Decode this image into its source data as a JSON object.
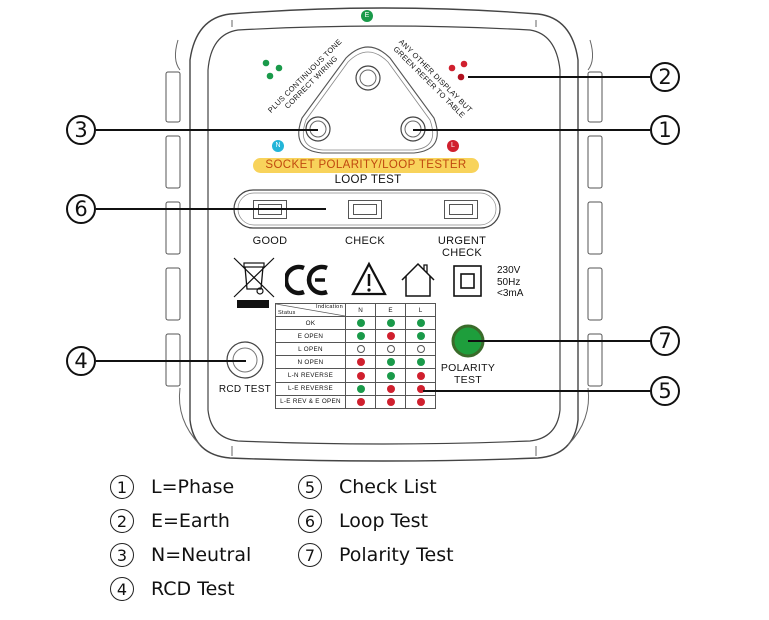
{
  "device": {
    "title": "SOCKET POLARITY/LOOP TESTER",
    "pin_labels": {
      "earth": "E",
      "neutral": "N",
      "live": "L"
    },
    "left_note": [
      "PLUS CONTINUOUS TONE",
      "CORRECT WIRING"
    ],
    "right_note": [
      "ANY OTHER DISPLAY BUT",
      "GREEN REFER TO TABLE"
    ],
    "colors": {
      "green": "#1a9a4a",
      "red": "#d0202e",
      "cyan": "#23b5d8",
      "banner_bg": "#f8d35b",
      "banner_text": "#c0490f",
      "polarity_button": "#1e9e3c"
    },
    "loop_test": {
      "title": "LOOP TEST",
      "indicators": [
        "GOOD",
        "CHECK",
        "URGENT CHECK"
      ]
    },
    "symbols": [
      "weee-bin-icon",
      "ce-mark-icon",
      "warning-triangle-icon",
      "house-icon",
      "double-insulation-icon"
    ],
    "spec": [
      "230V",
      "50Hz",
      "<3mA"
    ],
    "rcd_button_label": "RCD TEST",
    "polarity_button_label": [
      "POLARITY",
      "TEST"
    ]
  },
  "check_table": {
    "header_status": "Status",
    "header_indication": "Indication",
    "columns": [
      "N",
      "E",
      "L"
    ],
    "rows": [
      {
        "status": "OK",
        "lights": [
          "green",
          "green",
          "green"
        ]
      },
      {
        "status": "E OPEN",
        "lights": [
          "green",
          "red",
          "green"
        ]
      },
      {
        "status": "L OPEN",
        "lights": [
          "off",
          "off",
          "off"
        ]
      },
      {
        "status": "N OPEN",
        "lights": [
          "red",
          "green",
          "green"
        ]
      },
      {
        "status": "L-N REVERSE",
        "lights": [
          "red",
          "green",
          "red"
        ]
      },
      {
        "status": "L-E REVERSE",
        "lights": [
          "green",
          "red",
          "red"
        ]
      },
      {
        "status": "L-E REV & E OPEN",
        "lights": [
          "red",
          "red",
          "red"
        ]
      }
    ]
  },
  "callouts": [
    "1",
    "2",
    "3",
    "4",
    "5",
    "6",
    "7"
  ],
  "legend": [
    {
      "num": "1",
      "text": "L=Phase"
    },
    {
      "num": "2",
      "text": "E=Earth"
    },
    {
      "num": "3",
      "text": "N=Neutral"
    },
    {
      "num": "4",
      "text": "RCD Test"
    },
    {
      "num": "5",
      "text": "Check List"
    },
    {
      "num": "6",
      "text": "Loop Test"
    },
    {
      "num": "7",
      "text": "Polarity Test"
    }
  ]
}
